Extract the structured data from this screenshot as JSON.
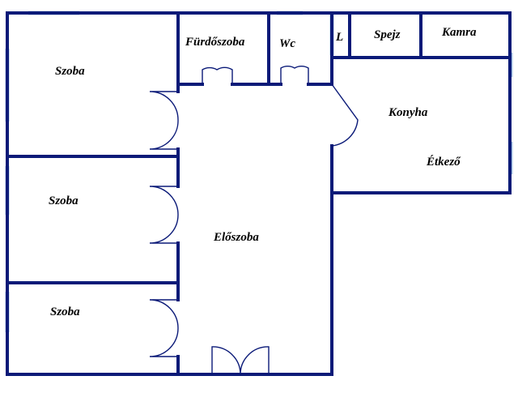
{
  "plan": {
    "wall_color": "#0b1a78",
    "window_color": "#a9c6e6",
    "rooms": {
      "szoba1": "Szoba",
      "furdoszoba": "Fürdőszoba",
      "wc": "Wc",
      "l": "L",
      "spejz": "Spejz",
      "kamra": "Kamra",
      "konyha": "Konyha",
      "etkezo": "Étkező",
      "szoba2": "Szoba",
      "eloszoba": "Előszoba",
      "szoba3": "Szoba"
    }
  }
}
